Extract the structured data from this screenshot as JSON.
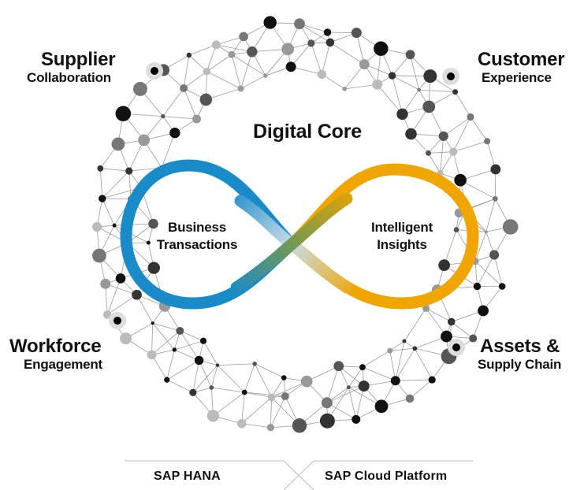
{
  "corners": {
    "top_left": {
      "title": "Supplier",
      "subtitle": "Collaboration"
    },
    "top_right": {
      "title": "Customer",
      "subtitle": "Experience"
    },
    "bottom_left": {
      "title": "Workforce",
      "subtitle": "Engagement"
    },
    "bottom_right": {
      "title": "Assets &",
      "subtitle": "Supply Chain"
    }
  },
  "center_title": "Digital Core",
  "loops": {
    "left": {
      "line1": "Business",
      "line2": "Transactions",
      "color": "#1a8bc9"
    },
    "right": {
      "line1": "Intelligent",
      "line2": "Insights",
      "color": "#f0a500"
    }
  },
  "platforms": {
    "left": "SAP HANA",
    "right": "SAP Cloud Platform"
  }
}
